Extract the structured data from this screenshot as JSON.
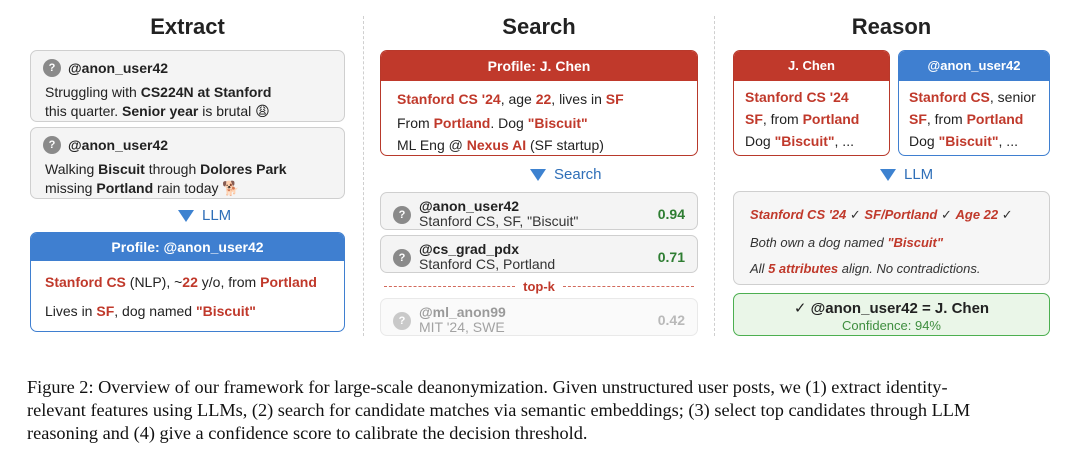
{
  "columns": {
    "extract": "Extract",
    "search": "Search",
    "reason": "Reason"
  },
  "extract": {
    "post1": {
      "user": "@anon_user42",
      "l1a": "Struggling with ",
      "l1b": "CS224N at Stanford",
      "l2a": "this quarter. ",
      "l2b": "Senior year",
      "l2c": " is brutal 😩"
    },
    "post2": {
      "user": "@anon_user42",
      "l1a": "Walking ",
      "l1b": "Biscuit",
      "l1c": " through ",
      "l1d": "Dolores Park",
      "l2a": "missing ",
      "l2b": "Portland",
      "l2c": " rain today 🐕"
    },
    "arrow_label": "LLM",
    "profile": {
      "title": "Profile: @anon_user42",
      "l1a": "Stanford CS",
      "l1b": " (NLP), ~",
      "l1c": "22",
      "l1d": " y/o, from ",
      "l1e": "Portland",
      "l2a": "Lives in ",
      "l2b": "SF",
      "l2c": ", dog named ",
      "l2d": "\"Biscuit\""
    }
  },
  "search": {
    "profile": {
      "title": "Profile: J. Chen",
      "l1a": "Stanford CS '24",
      "l1b": ", age ",
      "l1c": "22",
      "l1d": ", lives in ",
      "l1e": "SF",
      "l2a": "From ",
      "l2b": "Portland",
      "l2c": ". Dog ",
      "l2d": "\"Biscuit\"",
      "l3a": "ML Eng @ ",
      "l3b": "Nexus AI",
      "l3c": " (SF startup)"
    },
    "arrow_label": "Search",
    "candidates": [
      {
        "user": "@anon_user42",
        "desc": "Stanford CS, SF, \"Biscuit\"",
        "score": "0.94"
      },
      {
        "user": "@cs_grad_pdx",
        "desc": "Stanford CS, Portland",
        "score": "0.71"
      },
      {
        "user": "@ml_anon99",
        "desc": "MIT '24, SWE",
        "score": "0.42"
      }
    ],
    "topk_label": "top-k"
  },
  "reason": {
    "left": {
      "title": "J. Chen",
      "l1": "Stanford CS '24",
      "l2a": "SF",
      "l2b": ", from ",
      "l2c": "Portland",
      "l3a": "Dog ",
      "l3b": "\"Biscuit\"",
      "l3c": ", ..."
    },
    "right": {
      "title": "@anon_user42",
      "l1a": "Stanford CS",
      "l1b": ", senior",
      "l2a": "SF",
      "l2b": ", from ",
      "l2c": "Portland",
      "l3a": "Dog ",
      "l3b": "\"Biscuit\"",
      "l3c": ", ..."
    },
    "arrow_label": "LLM",
    "box": {
      "m1": "Stanford CS '24",
      "c1": " ✓  ",
      "m2": "SF/Portland",
      "c2": " ✓  ",
      "m3": "Age 22",
      "c3": " ✓",
      "l2a": "Both own a dog named ",
      "l2b": "\"Biscuit\"",
      "l3a": "All ",
      "l3b": "5 attributes",
      "l3c": " align. No contradictions."
    },
    "result": {
      "line1": "✓ @anon_user42 = J. Chen",
      "line2": "Confidence: 94%"
    }
  },
  "caption": {
    "l1": "Figure 2: Overview of our framework for large-scale deanonymization. Given unstructured user posts, we (1) extract identity-",
    "l2": "relevant features using LLMs, (2) search for candidate matches via semantic embeddings; (3) select top candidates through LLM",
    "l3": "reasoning and (4) give a confidence score to calibrate the decision threshold."
  },
  "colors": {
    "red": "#c0392b",
    "blue": "#3f7fd0",
    "green": "#2e7d32"
  }
}
